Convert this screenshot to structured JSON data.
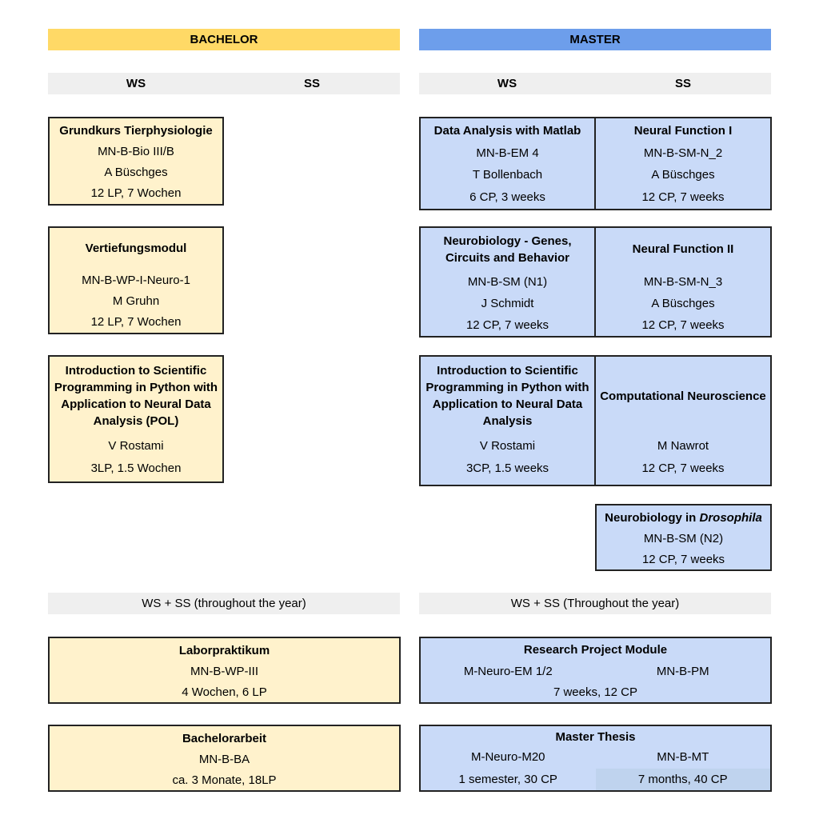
{
  "headers": {
    "bachelor": "BACHELOR",
    "master": "MASTER"
  },
  "semesters": {
    "ws": "WS",
    "ss": "SS"
  },
  "bachelor_modules": [
    {
      "title": "Grundkurs Tierphysiologie",
      "code": "MN-B-Bio III/B",
      "lecturer": "A Büschges",
      "credits": "12 LP, 7 Wochen"
    },
    {
      "title": "Vertiefungsmodul",
      "code": "MN-B-WP-I-Neuro-1",
      "lecturer": "M Gruhn",
      "credits": "12 LP, 7 Wochen"
    },
    {
      "title": "Introduction to Scientific Programming in Python with Application to Neural Data Analysis (POL)",
      "lecturer": "V Rostami",
      "credits": "3LP, 1.5 Wochen"
    }
  ],
  "master_modules": [
    {
      "ws": {
        "title": "Data Analysis with Matlab",
        "code": "MN-B-EM 4",
        "lecturer": "T Bollenbach",
        "credits": "6 CP, 3 weeks"
      },
      "ss": {
        "title": "Neural Function I",
        "code": "MN-B-SM-N_2",
        "lecturer": "A Büschges",
        "credits": "12 CP, 7 weeks"
      }
    },
    {
      "ws": {
        "title": "Neurobiology - Genes, Circuits and Behavior",
        "code": "MN-B-SM (N1)",
        "lecturer": "J Schmidt",
        "credits": "12 CP, 7 weeks"
      },
      "ss": {
        "title": "Neural Function II",
        "code": "MN-B-SM-N_3",
        "lecturer": "A Büschges",
        "credits": "12 CP, 7 weeks"
      }
    },
    {
      "ws": {
        "title": "Introduction to Scientific Programming in Python with Application to Neural Data Analysis",
        "lecturer": "V Rostami",
        "credits": "3CP, 1.5 weeks"
      },
      "ss": {
        "title": "Computational Neuroscience",
        "lecturer": "M Nawrot",
        "credits": "12 CP, 7 weeks"
      }
    }
  ],
  "drosophila": {
    "title_prefix": "Neurobiology in ",
    "title_italic": "Drosophila",
    "code": "MN-B-SM (N2)",
    "credits": "12 CP, 7 weeks"
  },
  "year_bands": {
    "bachelor": "WS + SS (throughout the year)",
    "master": "WS + SS (Throughout the year)"
  },
  "bachelor_year": [
    {
      "title": "Laborpraktikum",
      "code": "MN-B-WP-III",
      "credits": "4 Wochen, 6 LP"
    },
    {
      "title": "Bachelorarbeit",
      "code": "MN-B-BA",
      "credits": "ca. 3 Monate, 18LP"
    }
  ],
  "master_year": [
    {
      "title": "Research Project Module",
      "code_left": "M-Neuro-EM 1/2",
      "code_right": "MN-B-PM",
      "credits": "7 weeks, 12 CP"
    },
    {
      "title": "Master Thesis",
      "code_left": "M-Neuro-M20",
      "code_right": "MN-B-MT",
      "credits_left": "1 semester, 30 CP",
      "credits_right": "7 months, 40 CP"
    }
  ]
}
